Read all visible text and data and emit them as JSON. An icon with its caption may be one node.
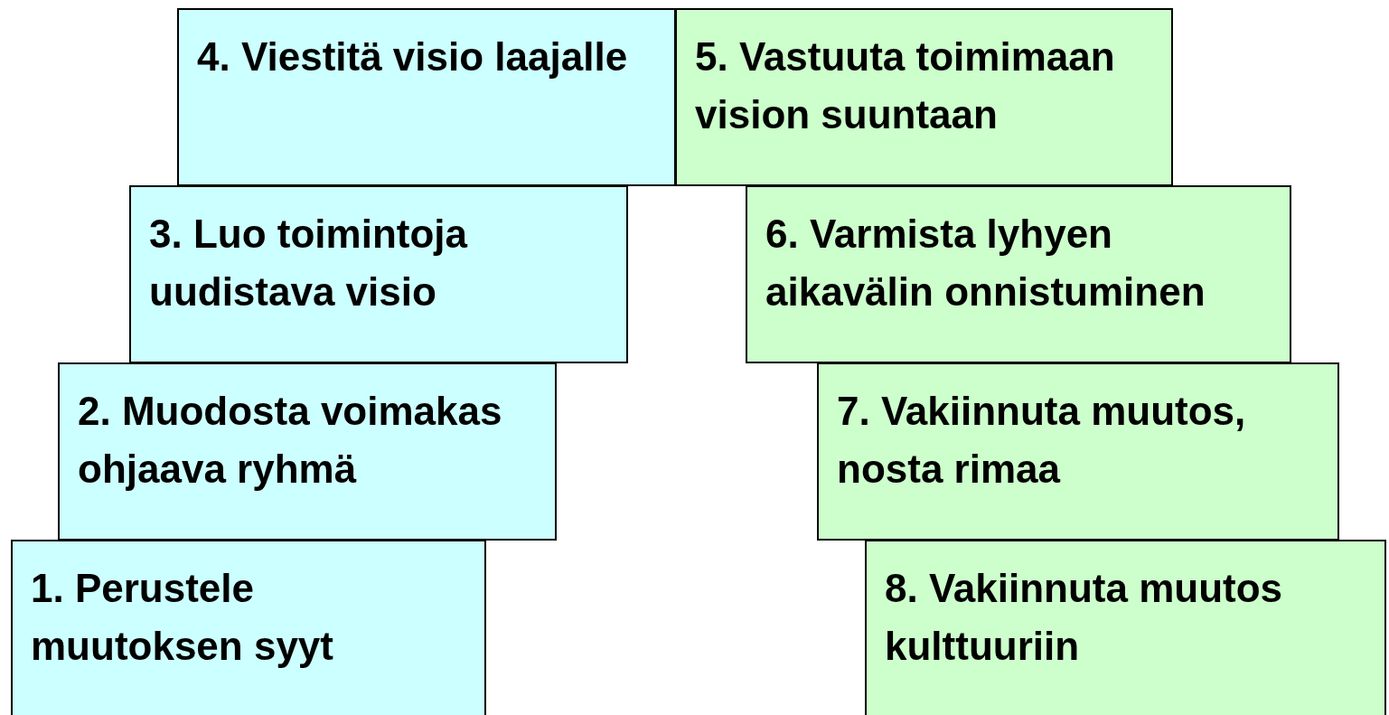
{
  "diagram": {
    "nodes": [
      {
        "text": [
          "1. Perustele muutoksen syyt"
        ]
      },
      {
        "text": [
          "2. Muodosta voimakas ohjaava ryhmä"
        ]
      },
      {
        "text": [
          "3. Luo toimintoja uudistava visio"
        ]
      },
      {
        "text": [
          "4. Viestitä visio laajalle"
        ]
      },
      {
        "text": [
          "5. Vastuuta toimimaan vision suuntaan"
        ]
      },
      {
        "text": [
          "6. Varmista lyhyen aikavälin onnistuminen"
        ]
      },
      {
        "text": [
          "7. Vakiinnuta muutos, nosta rimaa"
        ]
      },
      {
        "text": [
          "8. Vakiinnuta muutos kulttuuriin"
        ]
      }
    ],
    "edges": []
  }
}
